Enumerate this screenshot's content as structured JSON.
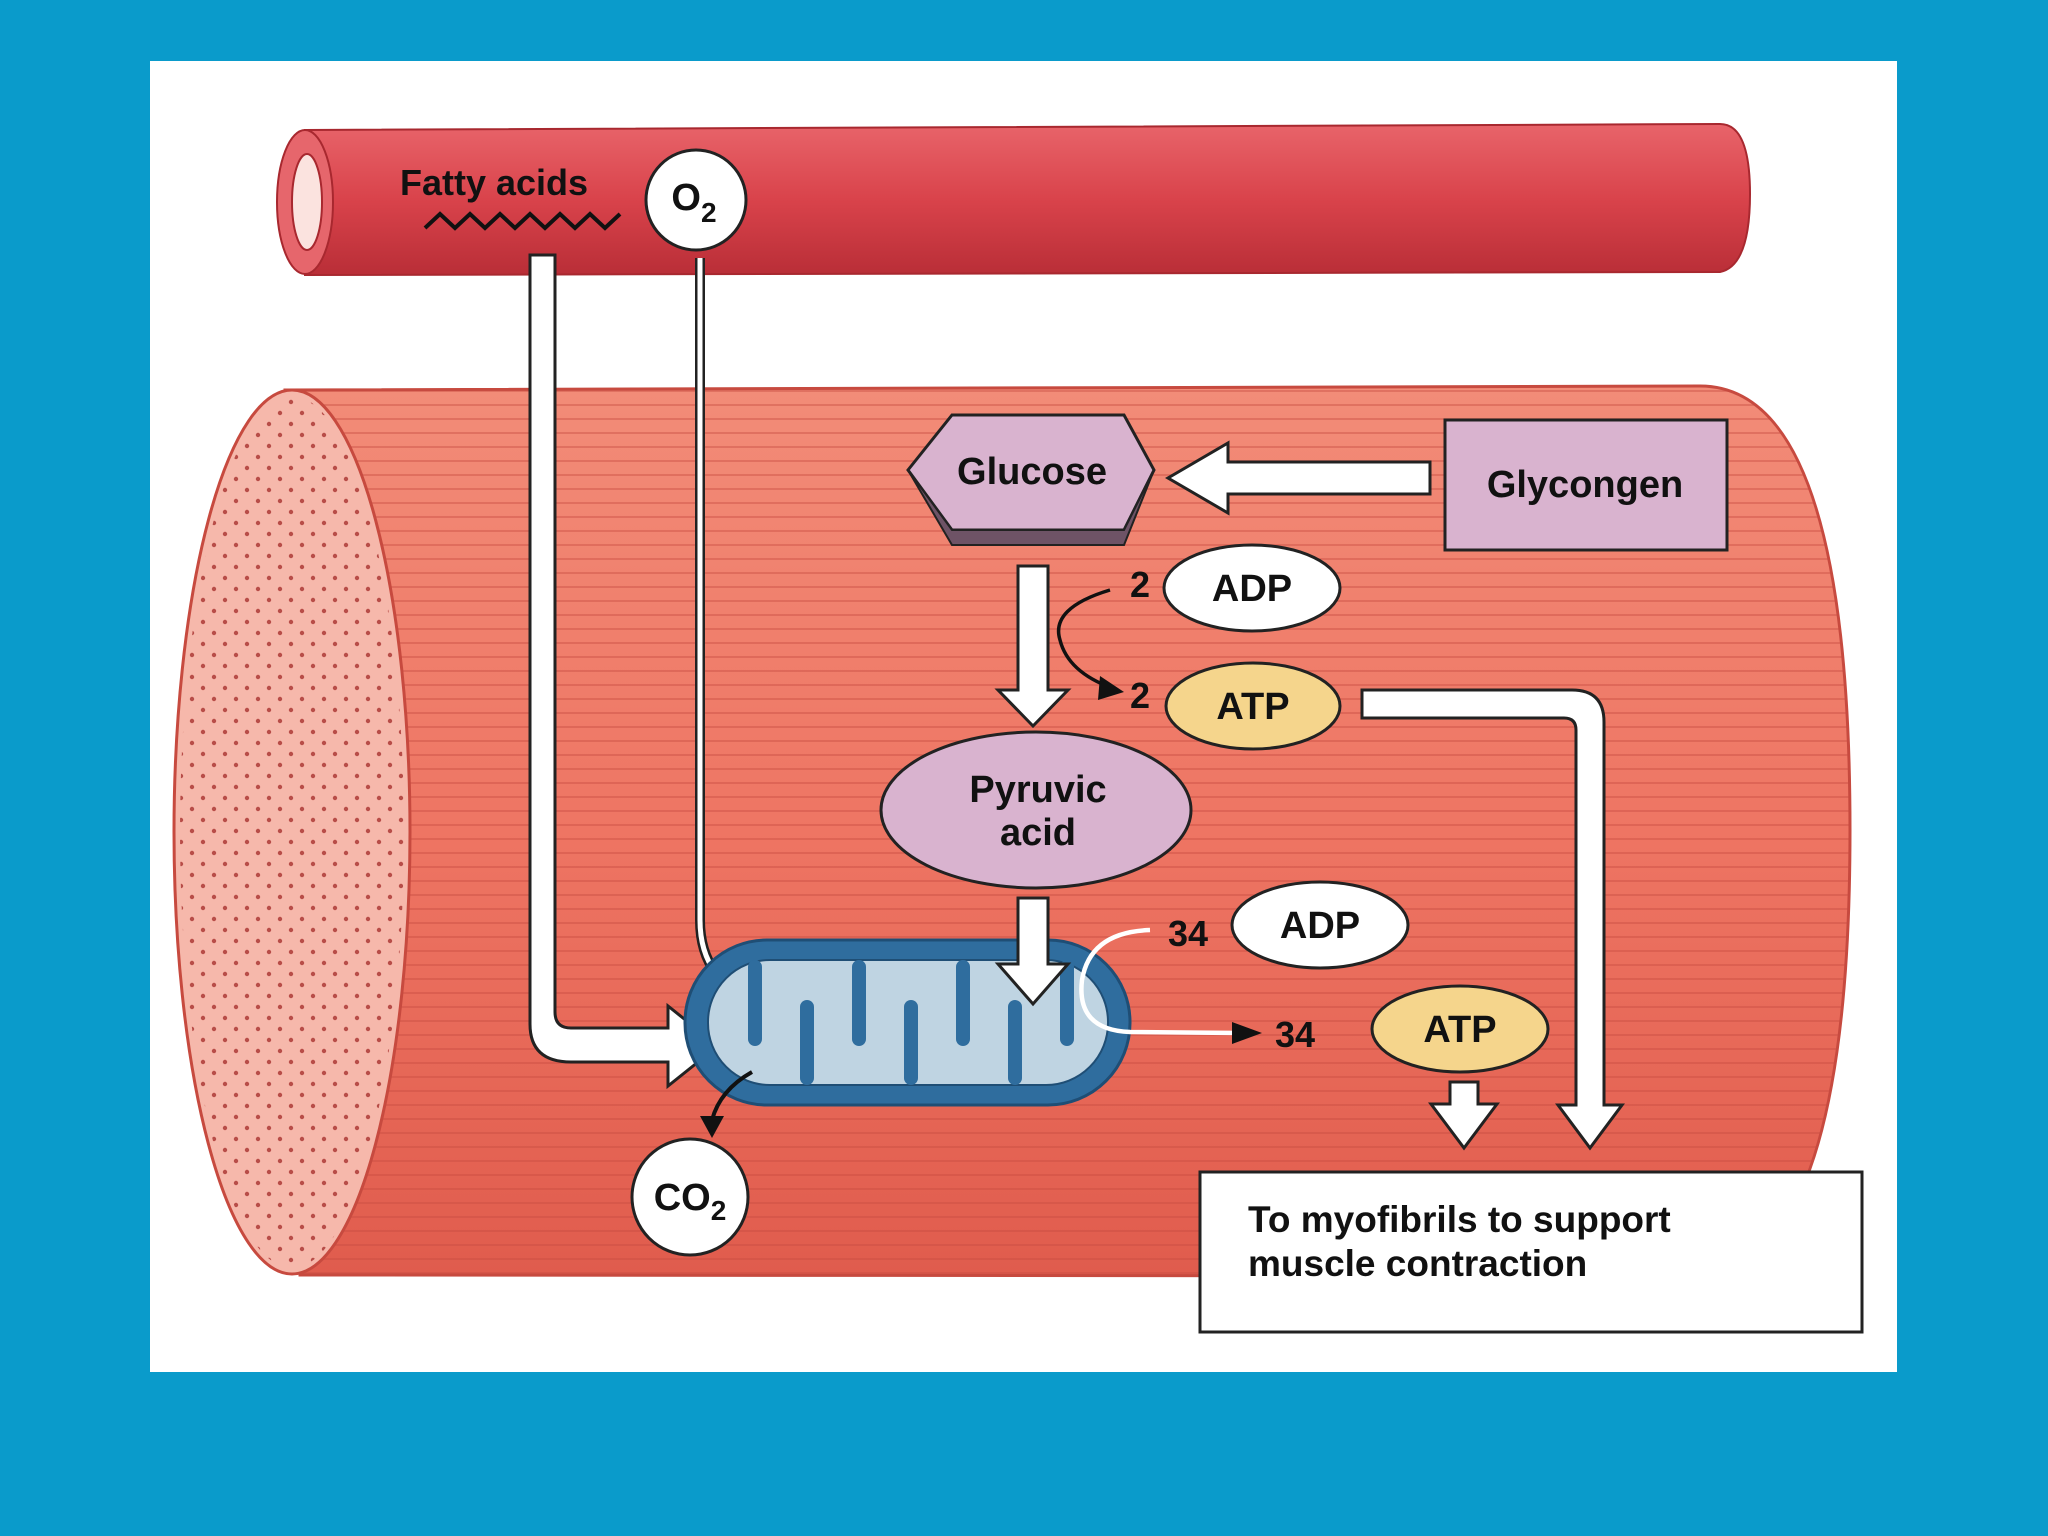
{
  "labels": {
    "fatty_acids": "Fatty acids",
    "o2_main": "O",
    "o2_sub": "2",
    "glucose": "Glucose",
    "glycogen": "Glycongen",
    "adp_top_count": "2",
    "adp_top": "ADP",
    "atp_top_count": "2",
    "atp_top": "ATP",
    "pyruvic_line1": "Pyruvic",
    "pyruvic_line2": "acid",
    "adp_bottom_count": "34",
    "adp_bottom": "ADP",
    "atp_bottom_count": "34",
    "atp_bottom": "ATP",
    "co2_main": "CO",
    "co2_sub": "2",
    "destination_line1": "To myofibrils to support",
    "destination_line2": "muscle contraction"
  },
  "colors": {
    "background": "#0A9BCB",
    "panel": "#FFFFFF",
    "vessel": "#D9434B",
    "muscle": "#EE7563",
    "hexagon": "#D9B3CF",
    "atp": "#F5D58C",
    "mitochondrion_outer": "#2F6D9E",
    "mitochondrion_inner": "#BFD4E2"
  }
}
